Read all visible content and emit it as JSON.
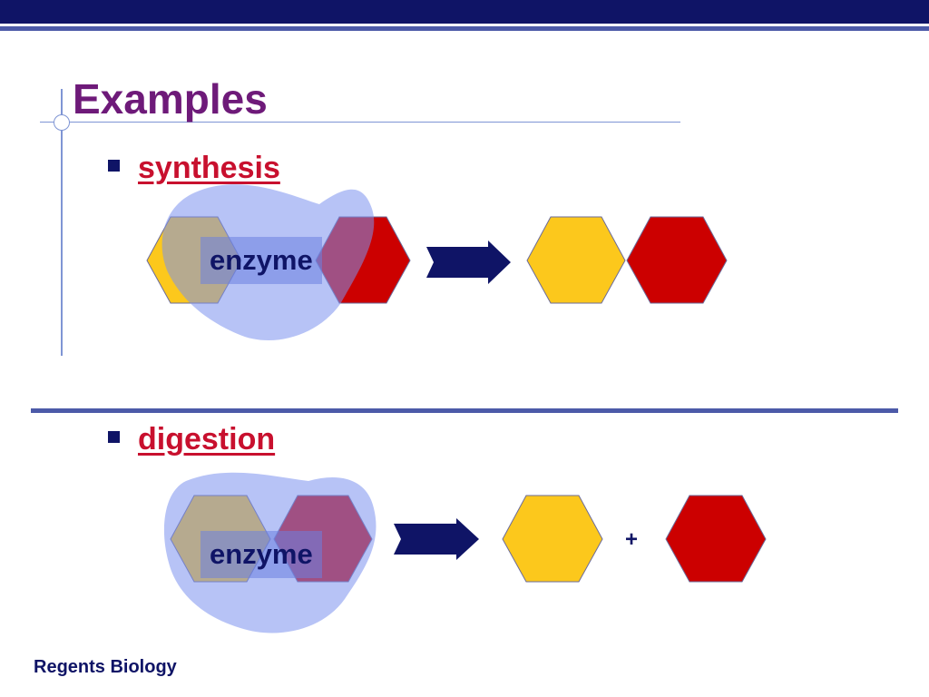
{
  "slide": {
    "title": "Examples",
    "footer": "Regents Biology"
  },
  "sections": [
    {
      "label": "synthesis",
      "enzyme_label": "enzyme"
    },
    {
      "label": "digestion",
      "enzyme_label": "enzyme",
      "separator": "+"
    }
  ],
  "colors": {
    "title": "#6e1a79",
    "bullet_text": "#c8102e",
    "dark_blue": "#0f1466",
    "yellow_hexagon": "#fcc81c",
    "red_hexagon": "#cc0000",
    "enzyme_blob": "#7b92ee"
  }
}
